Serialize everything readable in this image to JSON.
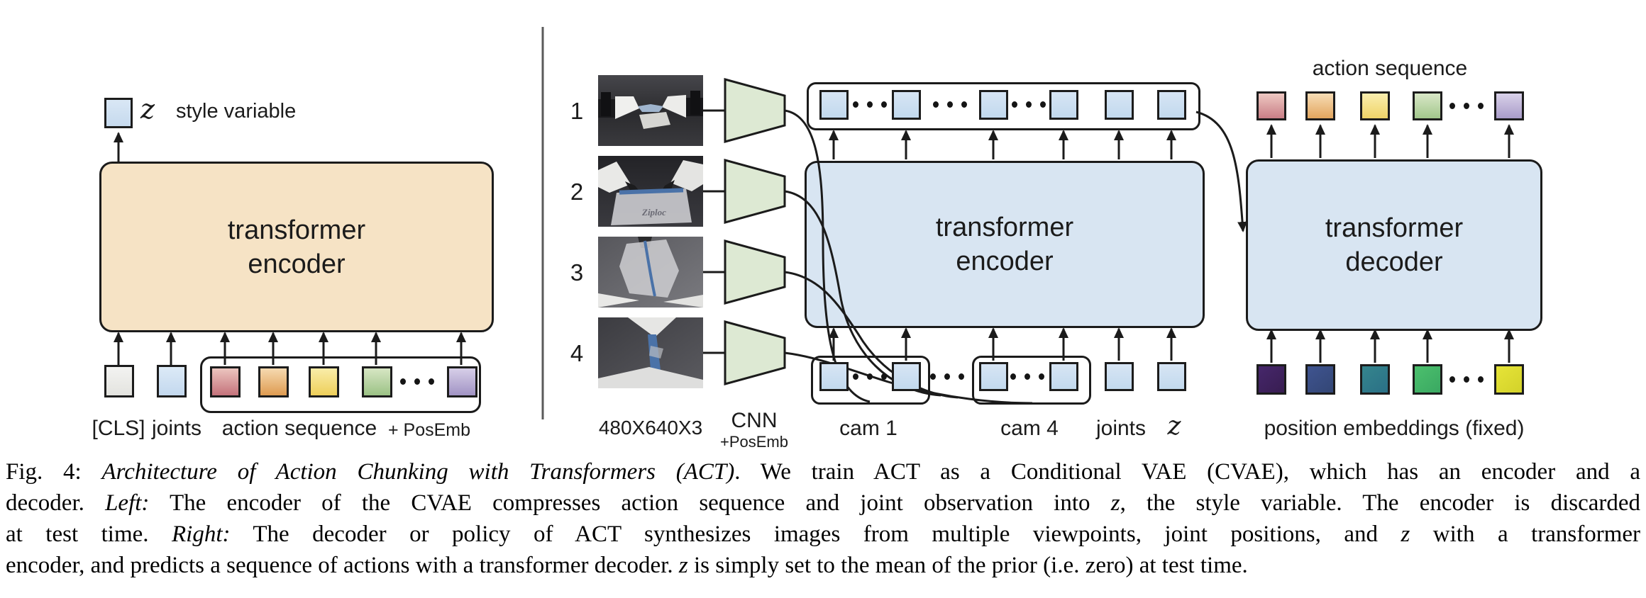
{
  "figure": {
    "left": {
      "style_symbol": "z",
      "style_label": "style variable",
      "box_line1": "transformer",
      "box_line2": "encoder",
      "cls_label": "[CLS]",
      "joints_label": "joints",
      "action_seq_label": "action sequence",
      "posemb_label": "+ PosEmb"
    },
    "middle": {
      "cam_numbers": [
        "1",
        "2",
        "3",
        "4"
      ],
      "image_dims_label": "480X640X3",
      "ziploc_label": "Ziploc",
      "cnn_label": "CNN",
      "cnn_posemb_label": "+PosEmb",
      "box_line1": "transformer",
      "box_line2": "encoder",
      "cam1_label": "cam 1",
      "cam4_label": "cam 4",
      "joints_label": "joints",
      "z_label": "z"
    },
    "right": {
      "action_seq_label": "action sequence",
      "box_line1": "transformer",
      "box_line2": "decoder",
      "posemb_label": "position embeddings (fixed)"
    },
    "colors": {
      "tan_box": "#f6e3c5",
      "blue_box": "#d8e5f2",
      "style_square_top": "#d9e7f5",
      "style_square_bottom": "#c6daee",
      "trapezoid": "#dde9d3",
      "divider": "#5a5a5a",
      "stroke": "#1b1b1b"
    },
    "square_rows": {
      "left_inputs": [
        {
          "top": "#f3f3f1",
          "bottom": "#e3e3df"
        },
        {
          "top": "#dceaf7",
          "bottom": "#c3d8ee"
        }
      ],
      "left_action": [
        {
          "top": "#ecc5bf",
          "bottom": "#c4727b"
        },
        {
          "top": "#f6dab0",
          "bottom": "#de9b51"
        },
        {
          "top": "#f9eda9",
          "bottom": "#eecf5a"
        },
        {
          "top": "#d7e6c4",
          "bottom": "#9bc285"
        },
        {
          "dots": true
        },
        {
          "top": "#d7cfe8",
          "bottom": "#a193c4"
        }
      ],
      "mid_top": [
        {
          "top": "#d7e5f4",
          "bottom": "#c2d9ee"
        },
        {
          "dots": true
        },
        {
          "top": "#d7e5f4",
          "bottom": "#c2d9ee"
        },
        {
          "dots": true
        },
        {
          "top": "#d7e5f4",
          "bottom": "#c2d9ee"
        },
        {
          "dots": true
        },
        {
          "top": "#d7e5f4",
          "bottom": "#c2d9ee"
        },
        {
          "top": "#d7e5f4",
          "bottom": "#c2d9ee"
        },
        {
          "top": "#d7e5f4",
          "bottom": "#c2d9ee"
        }
      ],
      "mid_bottom": [
        {
          "top": "#d7e5f4",
          "bottom": "#c2d9ee"
        },
        {
          "dots": true
        },
        {
          "top": "#d7e5f4",
          "bottom": "#c2d9ee"
        },
        {
          "dots": true
        },
        {
          "top": "#d7e5f4",
          "bottom": "#c2d9ee"
        },
        {
          "dots": true
        },
        {
          "top": "#d7e5f4",
          "bottom": "#c2d9ee"
        },
        {
          "top": "#d7e5f4",
          "bottom": "#c2d9ee"
        },
        {
          "top": "#d7e5f4",
          "bottom": "#c2d9ee"
        }
      ],
      "right_action": [
        {
          "top": "#eec8c2",
          "bottom": "#c97e86"
        },
        {
          "top": "#f7ddb5",
          "bottom": "#e2a55e"
        },
        {
          "top": "#faeeae",
          "bottom": "#efd468"
        },
        {
          "top": "#d9e7c7",
          "bottom": "#a2c78c"
        },
        {
          "dots": true
        },
        {
          "top": "#d9d1e9",
          "bottom": "#a99cc9"
        }
      ],
      "pos_emb": [
        {
          "top": "#46276b",
          "bottom": "#381d51"
        },
        {
          "top": "#3f5490",
          "bottom": "#334675"
        },
        {
          "top": "#35858d",
          "bottom": "#2a7086"
        },
        {
          "top": "#4cc06d",
          "bottom": "#3aa862"
        },
        {
          "dots": true
        },
        {
          "top": "#e6e438",
          "bottom": "#d3d22a"
        }
      ]
    }
  },
  "caption": {
    "lines": [
      [
        {
          "t": "Fig. 4: "
        },
        {
          "t": "Architecture of Action Chunking with Transformers (ACT)",
          "i": true
        },
        {
          "t": ". We train ACT as a Conditional VAE (CVAE), which has an encoder and a"
        }
      ],
      [
        {
          "t": "decoder. "
        },
        {
          "t": "Left:",
          "i": true
        },
        {
          "t": " The encoder of the CVAE compresses action sequence and joint observation into "
        },
        {
          "t": "z",
          "i": true
        },
        {
          "t": ", the style variable. The encoder is discarded"
        }
      ],
      [
        {
          "t": "at test time. "
        },
        {
          "t": "Right:",
          "i": true
        },
        {
          "t": " The decoder or policy of ACT synthesizes images from multiple viewpoints, joint positions, and "
        },
        {
          "t": "z",
          "i": true
        },
        {
          "t": " with a transformer"
        }
      ],
      [
        {
          "t": "encoder, and predicts a sequence of actions with a transformer decoder. "
        },
        {
          "t": "z",
          "i": true
        },
        {
          "t": " is simply set to the mean of the prior (i.e. zero) at test time."
        }
      ]
    ]
  }
}
